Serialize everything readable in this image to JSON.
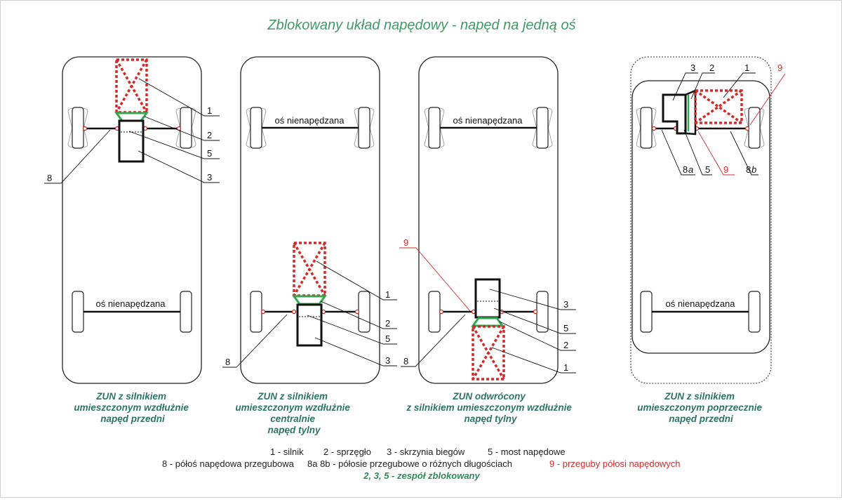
{
  "title": "Zblokowany układ napędowy - napęd na jedną oś",
  "axle_label": "oś nienapędzana",
  "captions": [
    [
      "ZUN z silnikiem",
      "umieszczonym wzdłużnie",
      "napęd przedni"
    ],
    [
      "ZUN z silnikiem",
      "umieszczonym wzdłużnie",
      "centralnie",
      "napęd tylny"
    ],
    [
      "ZUN odwrócony",
      "z silnikiem umieszczonym wzdłużnie",
      "napęd tylny"
    ],
    [
      "ZUN z silnikiem",
      "umieszczonym poprzecznie",
      "napęd przedni"
    ]
  ],
  "callouts": {
    "d1": [
      "1",
      "2",
      "5",
      "3",
      "8"
    ],
    "d2": [
      "1",
      "2",
      "5",
      "3",
      "8"
    ],
    "d3": [
      "9",
      "3",
      "5",
      "2",
      "1",
      "8"
    ],
    "d4": [
      "3",
      "2",
      "1",
      "9",
      "8",
      "a",
      "5",
      "9",
      "8",
      "b"
    ]
  },
  "legend": {
    "line1": [
      "1 - silnik",
      "2 - sprzęgło",
      "3 - skrzynia biegów",
      "5 - most napędowe"
    ],
    "line2_a": "8 - półoś napędowa przegubowa",
    "line2_b": "8a 8b - półosie przegubowe o różnych długościach",
    "line2_c": "9 - przeguby półosi napędowych",
    "line3": "2, 3, 5 - zespół zblokowany"
  },
  "colors": {
    "title": "#3f9a66",
    "caption": "#2d7565",
    "engine": "#d42a2a",
    "clutch": "#2fa84f",
    "outline": "#111111"
  }
}
